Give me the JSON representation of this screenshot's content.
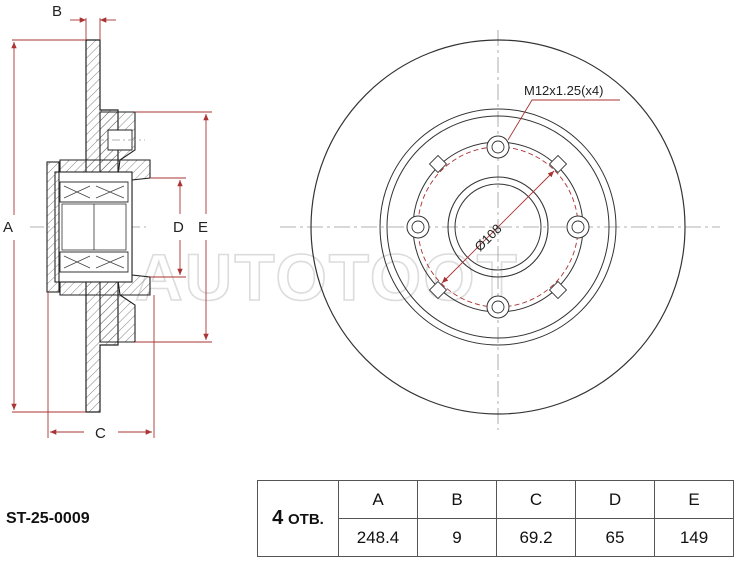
{
  "watermark": "AUTOTOOT",
  "drawing": {
    "dims": {
      "a": "A",
      "b": "B",
      "c": "C",
      "d": "D",
      "e": "E"
    },
    "thread_note": "M12x1.25(x4)",
    "pcd_note": "Ø108"
  },
  "part_number": "ST-25-0009",
  "table": {
    "hole_count": "4",
    "hole_unit": "ОТВ.",
    "headers": [
      "A",
      "B",
      "C",
      "D",
      "E"
    ],
    "values": [
      "248.4",
      "9",
      "69.2",
      "65",
      "149"
    ]
  }
}
